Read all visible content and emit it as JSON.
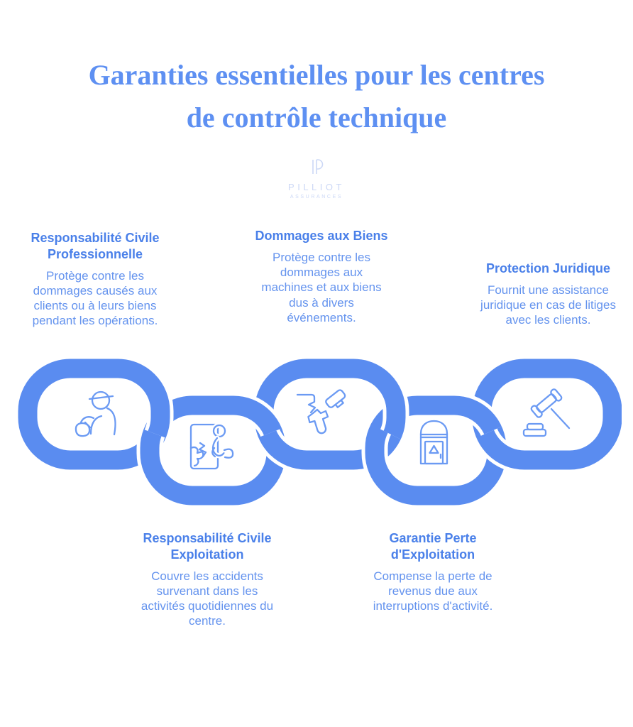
{
  "header": {
    "title": "Garanties essentielles pour les centres de contrôle technique"
  },
  "logo": {
    "name": "PILLIOT",
    "tagline": "ASSURANCES"
  },
  "colors": {
    "title_blue": "#5e90f2",
    "heading_blue": "#4a80e9",
    "body_blue": "#6493ee",
    "chain_blue": "#5a8cf0",
    "icon_blue": "#6b9af3",
    "logo_blue": "#ccd8f6"
  },
  "guarantees": [
    {
      "title": "Responsabilité Civile Professionnelle",
      "description": "Protège contre les dommages causés aux clients ou à leurs biens pendant les opérations.",
      "icon": "worker-icon",
      "row": "top"
    },
    {
      "title": "Responsabilité Civile Exploitation",
      "description": "Couvre les accidents survenant dans les activités quotidiennes du centre.",
      "icon": "slip-accident-icon",
      "row": "bottom"
    },
    {
      "title": "Dommages aux Biens",
      "description": "Protège contre les dommages aux machines et aux biens dus à divers événements.",
      "icon": "broken-mallet-icon",
      "row": "top"
    },
    {
      "title": "Garantie Perte d'Exploitation",
      "description": "Compense la perte de revenus due aux interruptions d'activité.",
      "icon": "booth-icon",
      "row": "bottom"
    },
    {
      "title": "Protection Juridique",
      "description": "Fournit une assistance juridique en cas de litiges avec les clients.",
      "icon": "gavel-icon",
      "row": "top"
    }
  ]
}
